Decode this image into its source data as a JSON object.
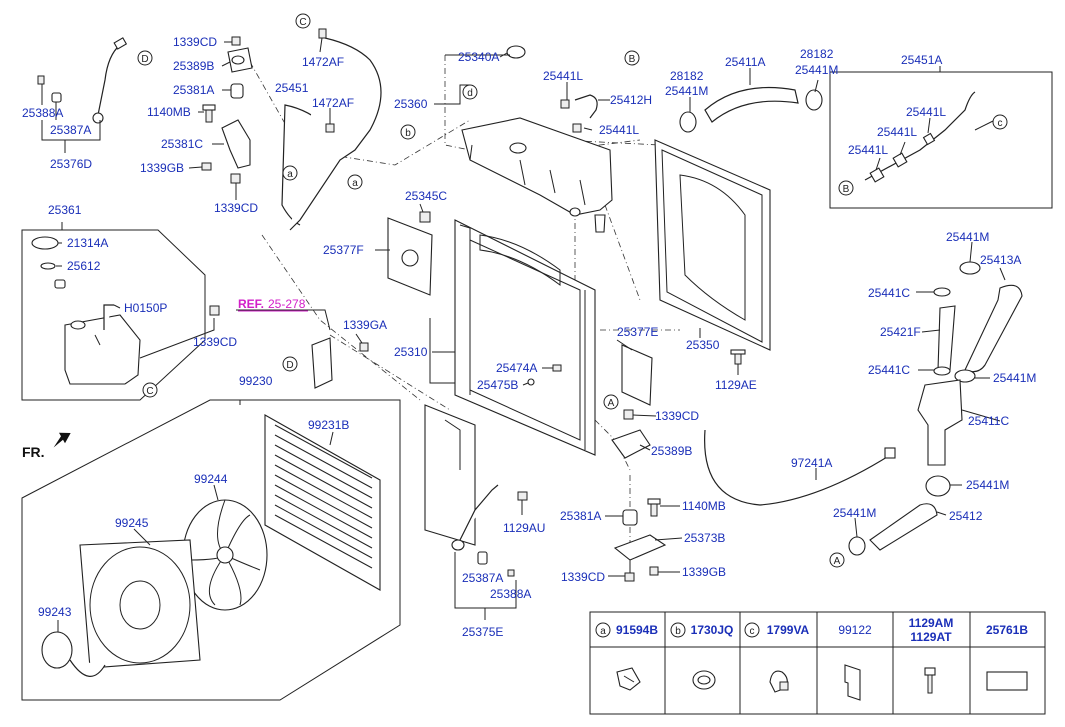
{
  "ref_label": "REF.",
  "ref_number": "25-278",
  "fr_label": "FR.",
  "callout_letters": [
    "a",
    "b",
    "c",
    "d",
    "A",
    "B",
    "C",
    "D"
  ],
  "parts": {
    "p25376D": "25376D",
    "p25387A_tl": "25387A",
    "p25388A_tl": "25388A",
    "p1339CD_top": "1339CD",
    "p25389B_top": "25389B",
    "p25381A_top": "25381A",
    "p1140MB_top": "1140MB",
    "p25381C": "25381C",
    "p1339GB_top": "1339GB",
    "p1339CD_mid": "1339CD",
    "p1472AF_top": "1472AF",
    "p25451": "25451",
    "p1472AF_mid": "1472AF",
    "p25340A": "25340A",
    "p25360": "25360",
    "p25441L_1": "25441L",
    "p25412H": "25412H",
    "p25441L_2": "25441L",
    "p28182_1": "28182",
    "p25441M_1": "25441M",
    "p25411A": "25411A",
    "p28182_2": "28182",
    "p25441M_2": "25441M",
    "p25451A": "25451A",
    "p25441L_3": "25441L",
    "p25441L_4": "25441L",
    "p25441L_5": "25441L",
    "p25361": "25361",
    "p21314A": "21314A",
    "p25612": "25612",
    "pH0150P": "H0150P",
    "p1339CD_left": "1339CD",
    "p25345C": "25345C",
    "p25377F": "25377F",
    "p1339GA": "1339GA",
    "p25310": "25310",
    "p25474A": "25474A",
    "p25475B": "25475B",
    "p25377E": "25377E",
    "p25350": "25350",
    "p1129AE": "1129AE",
    "p25441M_3": "25441M",
    "p25413A": "25413A",
    "p25441C_1": "25441C",
    "p25421F": "25421F",
    "p25441C_2": "25441C",
    "p25441M_4": "25441M",
    "p25411C": "25411C",
    "p25441M_5": "25441M",
    "p25412": "25412",
    "p25441M_6": "25441M",
    "p99230": "99230",
    "p99231B": "99231B",
    "p99244": "99244",
    "p99245": "99245",
    "p99243": "99243",
    "p1339CD_right": "1339CD",
    "p25389B_bot": "25389B",
    "p97241A": "97241A",
    "p1129AU": "1129AU",
    "p25381A_bot": "25381A",
    "p1140MB_bot": "1140MB",
    "p25373B": "25373B",
    "p1339CD_bot": "1339CD",
    "p1339GB_bot": "1339GB",
    "p25387A_bot": "25387A",
    "p25388A_bot": "25388A",
    "p25375E": "25375E"
  },
  "legend_table": {
    "headers": [
      {
        "letter": "a",
        "part": "91594B"
      },
      {
        "letter": "b",
        "part": "1730JQ"
      },
      {
        "letter": "c",
        "part": "1799VA"
      },
      {
        "letter": "",
        "part": "99122"
      },
      {
        "letter": "",
        "part": "1129AM",
        "part2": "1129AT"
      },
      {
        "letter": "",
        "part": "25761B"
      }
    ]
  }
}
